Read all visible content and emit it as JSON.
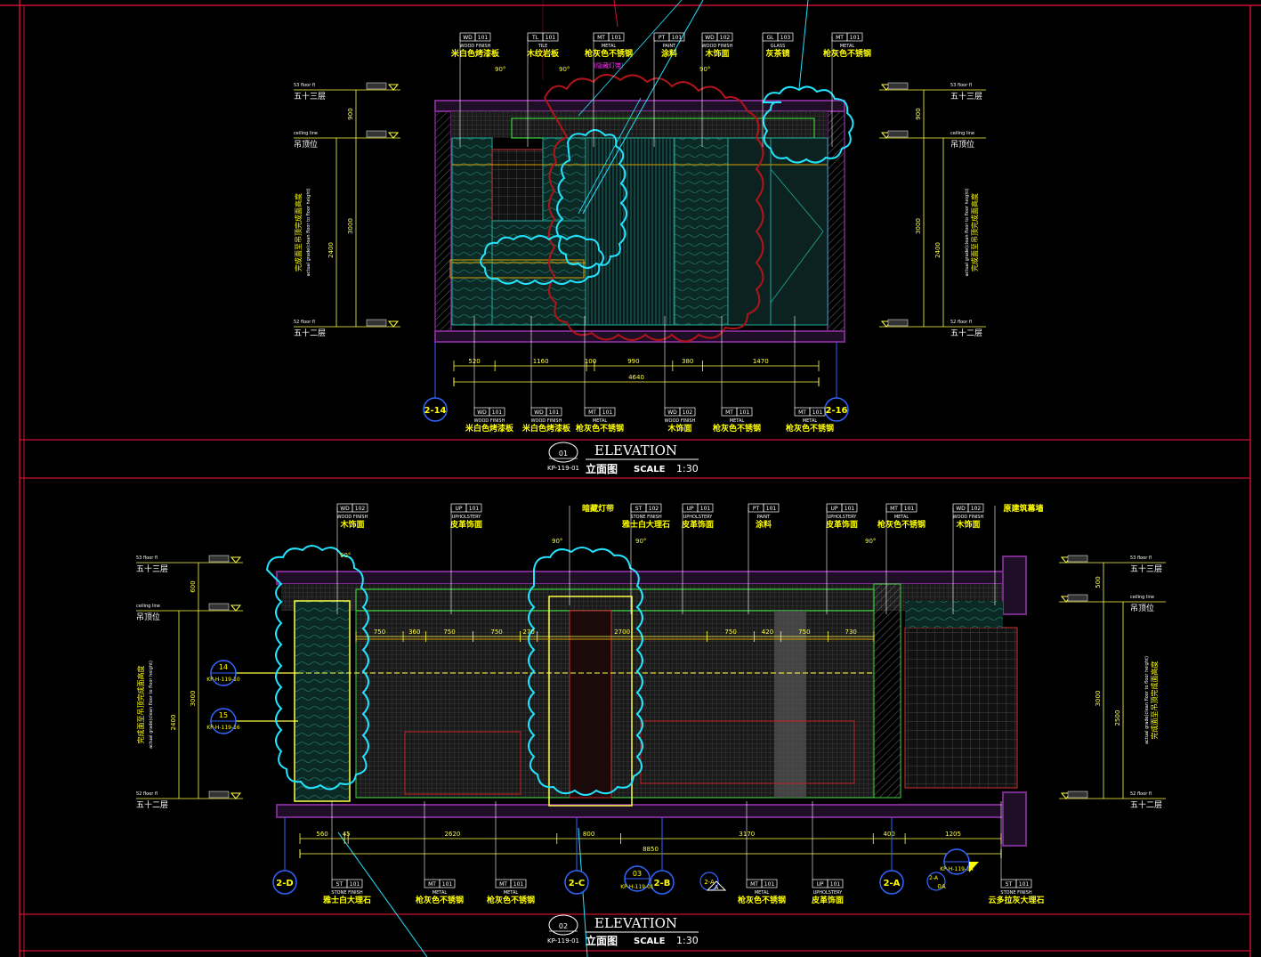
{
  "colors": {
    "background": "#000000",
    "frame": "#cc1133",
    "wall": "#7a2a8c",
    "wall_fill": "#1e0f26",
    "dim": "#ffff44",
    "label": "#ffff00",
    "wood": "#1faa9c",
    "fill_green": "#0e4a3c",
    "cyan": "#22e4ff",
    "red": "#b0141a",
    "white": "#ffffff",
    "magenta": "#ff33ff",
    "green": "#3cd33c"
  },
  "elevation1": {
    "heading": "ELEVATION",
    "number": "01",
    "ref": "KP-119-01",
    "cn": "立面图",
    "scale_label": "SCALE",
    "scale_value": "1:30",
    "grid_left": "2-14",
    "grid_right": "2-16",
    "levels_left": [
      {
        "en": "53 floor fl",
        "cn": "五十三层",
        "dim": "900"
      },
      {
        "en": "ceiling line",
        "cn": "吊顶位",
        "dim": ""
      },
      {
        "en": "52 floor fl",
        "cn": "五十二层",
        "dim": ""
      }
    ],
    "height_total": "3000",
    "height_clear": "2400",
    "vertical_note_cn": "完成面至吊顶完成面高度",
    "vertical_note_en": "actual grade(clean floor to floor height)",
    "top_tags": [
      {
        "code": "WD",
        "num": "101",
        "en": "WOOD FINISH",
        "cn": "米白色烤漆板"
      },
      {
        "code": "TL",
        "num": "101",
        "en": "TILE",
        "cn": "木纹岩板"
      },
      {
        "code": "MT",
        "num": "101",
        "en": "METAL",
        "cn": "枪灰色不锈钢"
      },
      {
        "code": "PT",
        "num": "101",
        "en": "PAINT",
        "cn": "涂料"
      },
      {
        "code": "WD",
        "num": "102",
        "en": "WOOD FINISH",
        "cn": "木饰面"
      },
      {
        "code": "GL",
        "num": "103",
        "en": "GLASS",
        "cn": "灰茶镜"
      },
      {
        "code": "MT",
        "num": "101",
        "en": "METAL",
        "cn": "枪灰色不锈钢"
      }
    ],
    "top_note": "(隐藏灯带)",
    "angle_a": "90°",
    "angle_b": "90°",
    "bottom_tags": [
      {
        "code": "WD",
        "num": "101",
        "en": "WOOD FINISH",
        "cn": "米白色烤漆板"
      },
      {
        "code": "WD",
        "num": "101",
        "en": "WOOD FINISH",
        "cn": "米白色烤漆板"
      },
      {
        "code": "MT",
        "num": "101",
        "en": "METAL",
        "cn": "枪灰色不锈钢"
      },
      {
        "code": "WD",
        "num": "102",
        "en": "WOOD FINISH",
        "cn": "木饰面"
      },
      {
        "code": "MT",
        "num": "101",
        "en": "METAL",
        "cn": "枪灰色不锈钢"
      },
      {
        "code": "MT",
        "num": "101",
        "en": "METAL",
        "cn": "枪灰色不锈钢"
      }
    ],
    "dims": [
      "520",
      "1160",
      "100",
      "990",
      "380",
      "1470"
    ],
    "dim_total": "4640"
  },
  "elevation2": {
    "heading": "ELEVATION",
    "number": "02",
    "ref": "KP-119-01",
    "cn": "立面图",
    "scale_label": "SCALE",
    "scale_value": "1:30",
    "levels_left": [
      {
        "en": "53 floor fl",
        "cn": "五十三层",
        "dim": "600"
      },
      {
        "en": "ceiling line",
        "cn": "吊顶位",
        "dim": ""
      },
      {
        "en": "52 floor fl",
        "cn": "五十二层",
        "dim": ""
      }
    ],
    "height_total": "3000",
    "height_clear": "2400",
    "height_clear_right": "2500",
    "dim_right_top": "500",
    "top_tags": [
      {
        "code": "WD",
        "num": "102",
        "en": "WOOD FINISH",
        "cn": "木饰面"
      },
      {
        "code": "UP",
        "num": "101",
        "en": "UPHOLSTERY",
        "cn": "皮革饰面"
      },
      {
        "code": "",
        "num": "",
        "en": "",
        "cn": "暗藏灯带"
      },
      {
        "code": "ST",
        "num": "102",
        "en": "STONE FINISH",
        "cn": "雅士白大理石"
      },
      {
        "code": "UP",
        "num": "101",
        "en": "UPHOLSTERY",
        "cn": "皮革饰面"
      },
      {
        "code": "PT",
        "num": "101",
        "en": "PAINT",
        "cn": "涂料"
      },
      {
        "code": "UP",
        "num": "101",
        "en": "UPHOLSTERY",
        "cn": "皮革饰面"
      },
      {
        "code": "MT",
        "num": "101",
        "en": "METAL",
        "cn": "枪灰色不锈钢"
      },
      {
        "code": "WD",
        "num": "102",
        "en": "WOOD FINISH",
        "cn": "木饰面"
      },
      {
        "code": "",
        "num": "",
        "en": "",
        "cn": "原建筑幕墙"
      }
    ],
    "angles": [
      "90°",
      "90°",
      "90°",
      "90°"
    ],
    "bottom_tags": [
      {
        "code": "ST",
        "num": "101",
        "en": "STONE FINISH",
        "cn": "雅士白大理石"
      },
      {
        "code": "MT",
        "num": "101",
        "en": "METAL",
        "cn": "枪灰色不锈钢"
      },
      {
        "code": "MT",
        "num": "101",
        "en": "METAL",
        "cn": "枪灰色不锈钢"
      },
      {
        "code": "MT",
        "num": "101",
        "en": "METAL",
        "cn": "枪灰色不锈钢"
      },
      {
        "code": "UP",
        "num": "101",
        "en": "UPHOLSTERY",
        "cn": "皮革饰面"
      },
      {
        "code": "ST",
        "num": "101",
        "en": "STONE FINISH",
        "cn": "云多拉灰大理石"
      }
    ],
    "dims": [
      "560",
      "45",
      "2620",
      "800",
      "3170",
      "400",
      "1205"
    ],
    "dim_total": "8850",
    "inner_dims": [
      "750",
      "360",
      "750",
      "750",
      "270",
      "2700",
      "750",
      "420",
      "750",
      "730"
    ],
    "grids": [
      "2-D",
      "2-C",
      "2-B",
      "2-A",
      "2-A"
    ],
    "section_refs": [
      {
        "num": "14",
        "ref": "KP-H-119-10"
      },
      {
        "num": "15",
        "ref": "KP-H-119-16"
      },
      {
        "num": "03",
        "ref": "KP-H-119-01"
      },
      {
        "num": "",
        "ref": "KP-H-119-14"
      }
    ],
    "small_grid": "2-A",
    "small_letter": "A",
    "small_letter2": "0A"
  }
}
